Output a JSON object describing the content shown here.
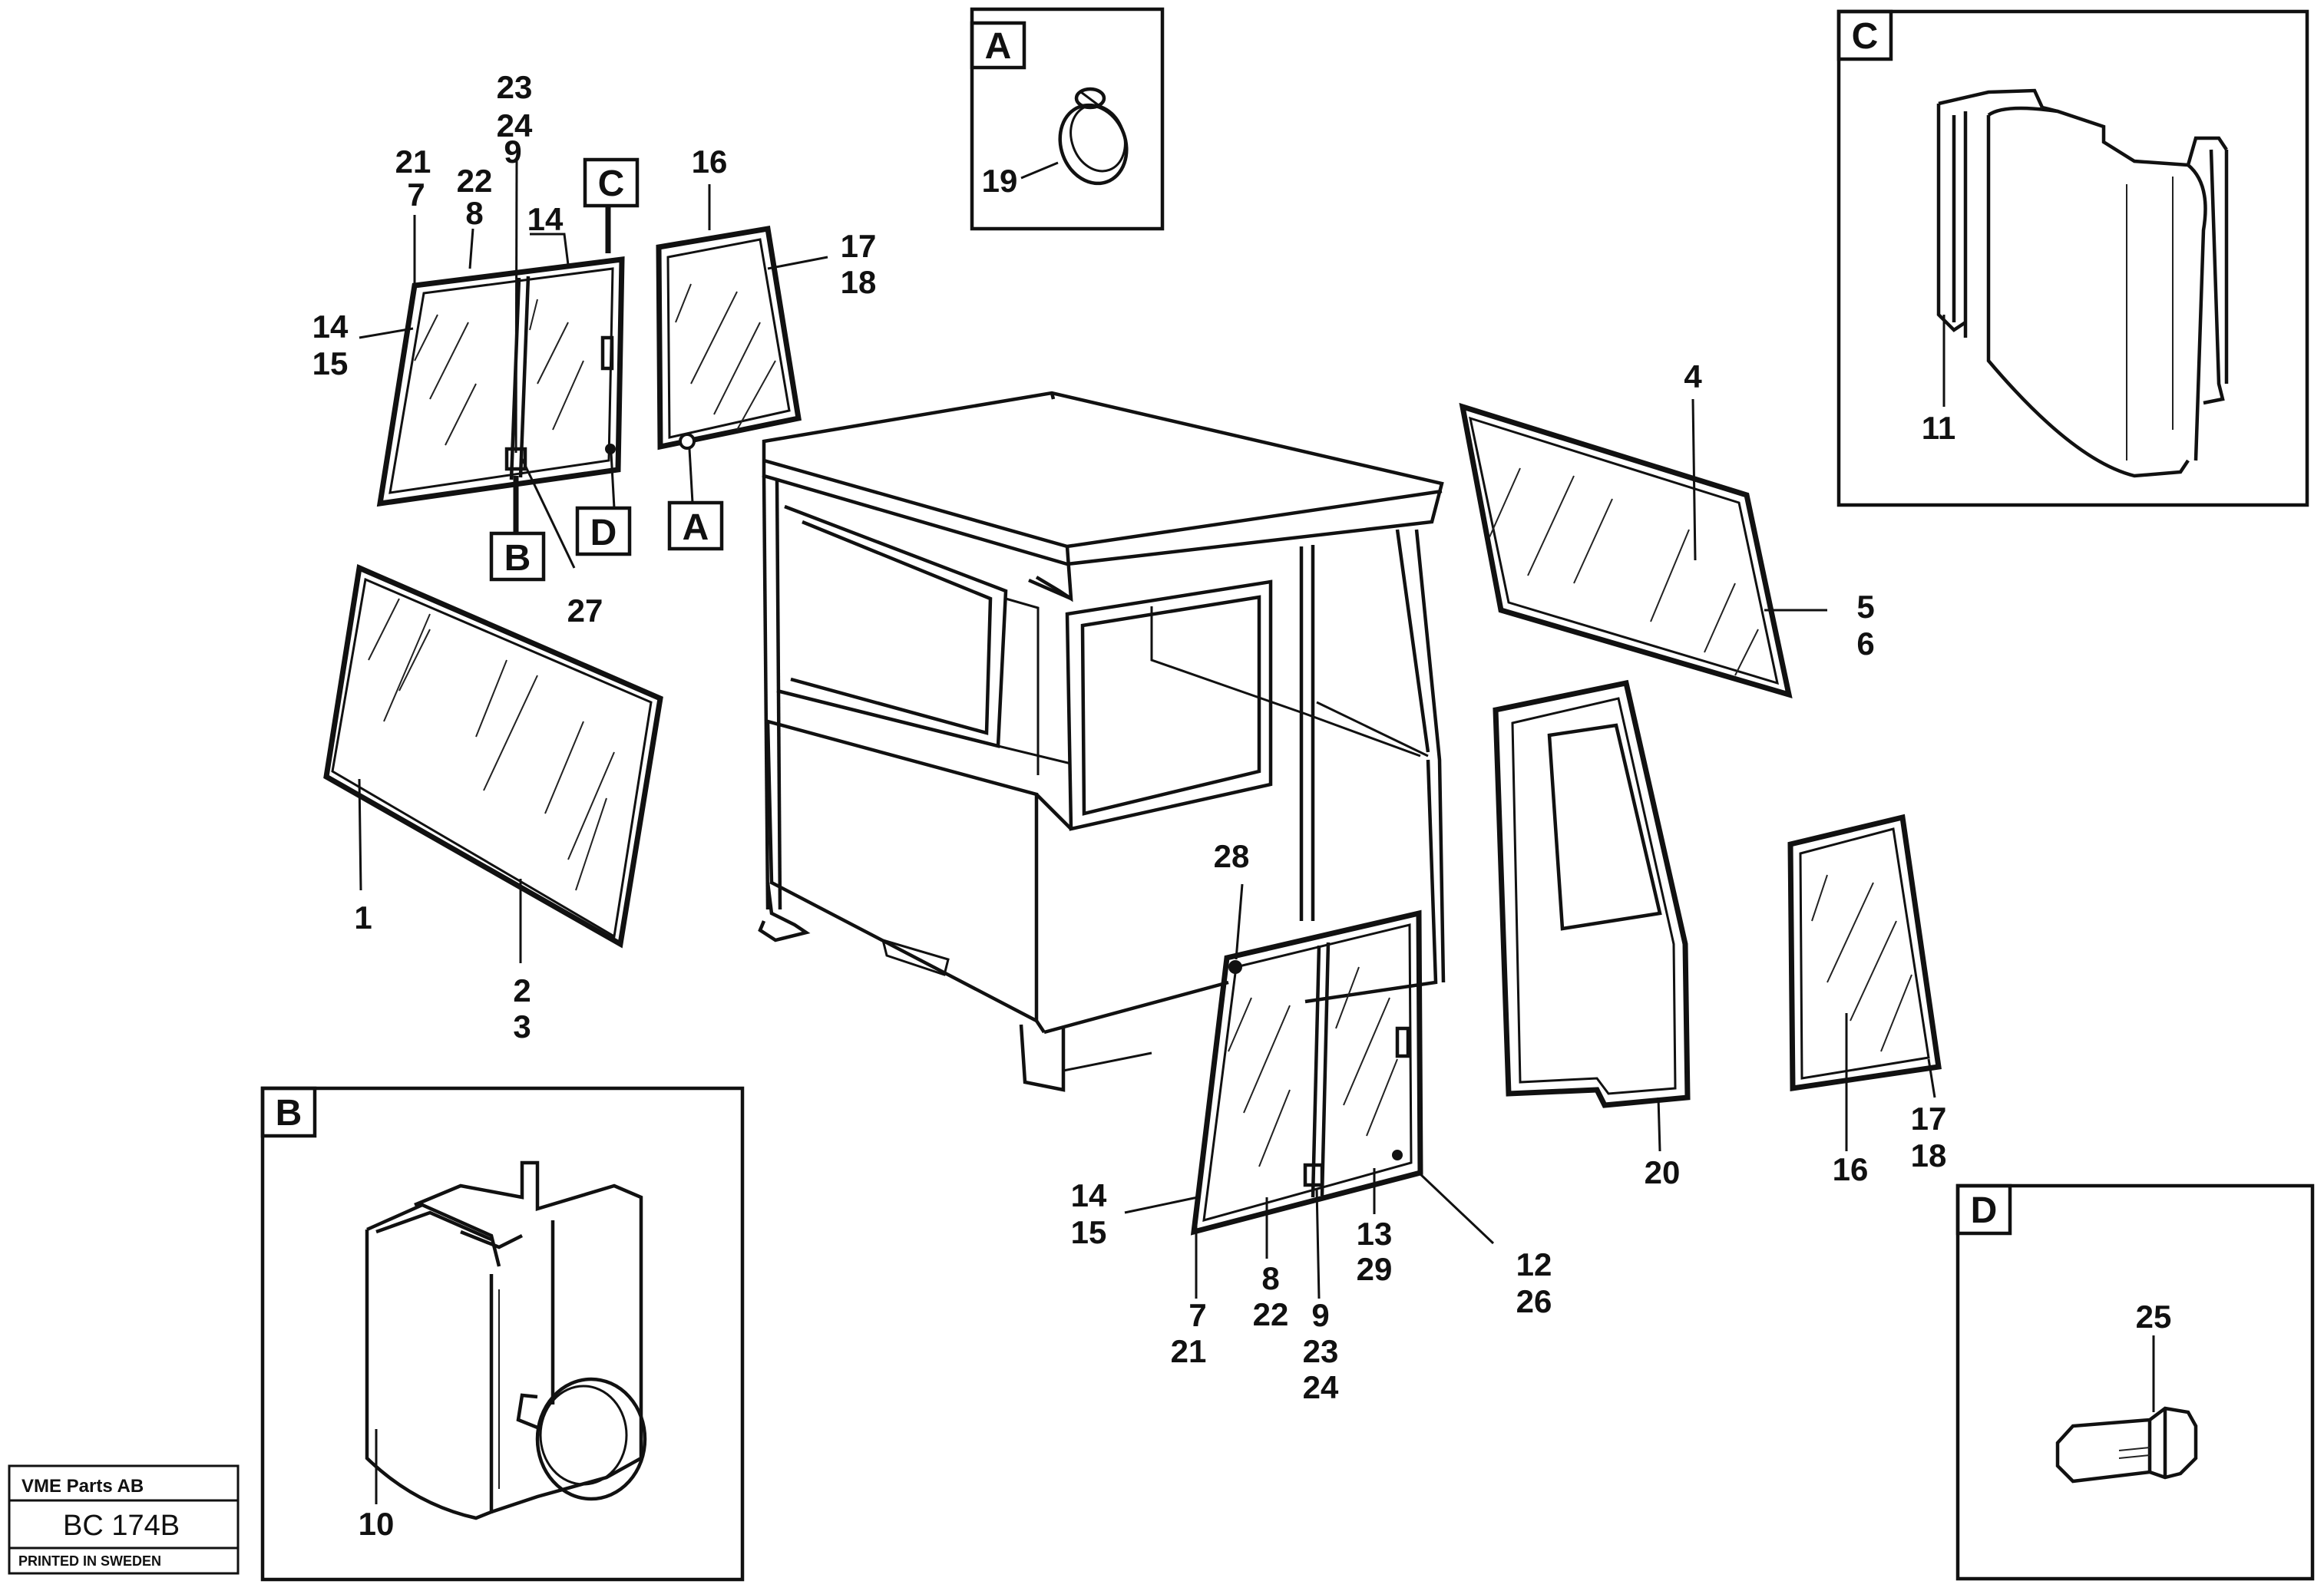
{
  "callouts": {
    "A": "A",
    "B": "B",
    "C": "C",
    "D": "D"
  },
  "labels": {
    "l_23a": "23",
    "l_24a": "24",
    "l_9a": "9",
    "l_21a": "21",
    "l_7a": "7",
    "l_22a": "22",
    "l_8a": "8",
    "l_14a": "14",
    "l_14b": "14",
    "l_15b": "15",
    "l_27": "27",
    "l_16a": "16",
    "l_17a": "17",
    "l_18a": "18",
    "l_19": "19",
    "l_11": "11",
    "l_4": "4",
    "l_5": "5",
    "l_6": "6",
    "l_1": "1",
    "l_2": "2",
    "l_3": "3",
    "l_28": "28",
    "l_14c": "14",
    "l_15c": "15",
    "l_7c": "7",
    "l_21c": "21",
    "l_8c": "8",
    "l_22c": "22",
    "l_9c": "9",
    "l_23c": "23",
    "l_24c": "24",
    "l_13": "13",
    "l_29": "29",
    "l_12": "12",
    "l_26": "26",
    "l_20": "20",
    "l_16b": "16",
    "l_17b": "17",
    "l_18b": "18",
    "l_25": "25",
    "l_10": "10"
  },
  "title_block": {
    "company": "VME Parts AB",
    "code": "BC 174B",
    "printed": "PRINTED IN SWEDEN"
  }
}
